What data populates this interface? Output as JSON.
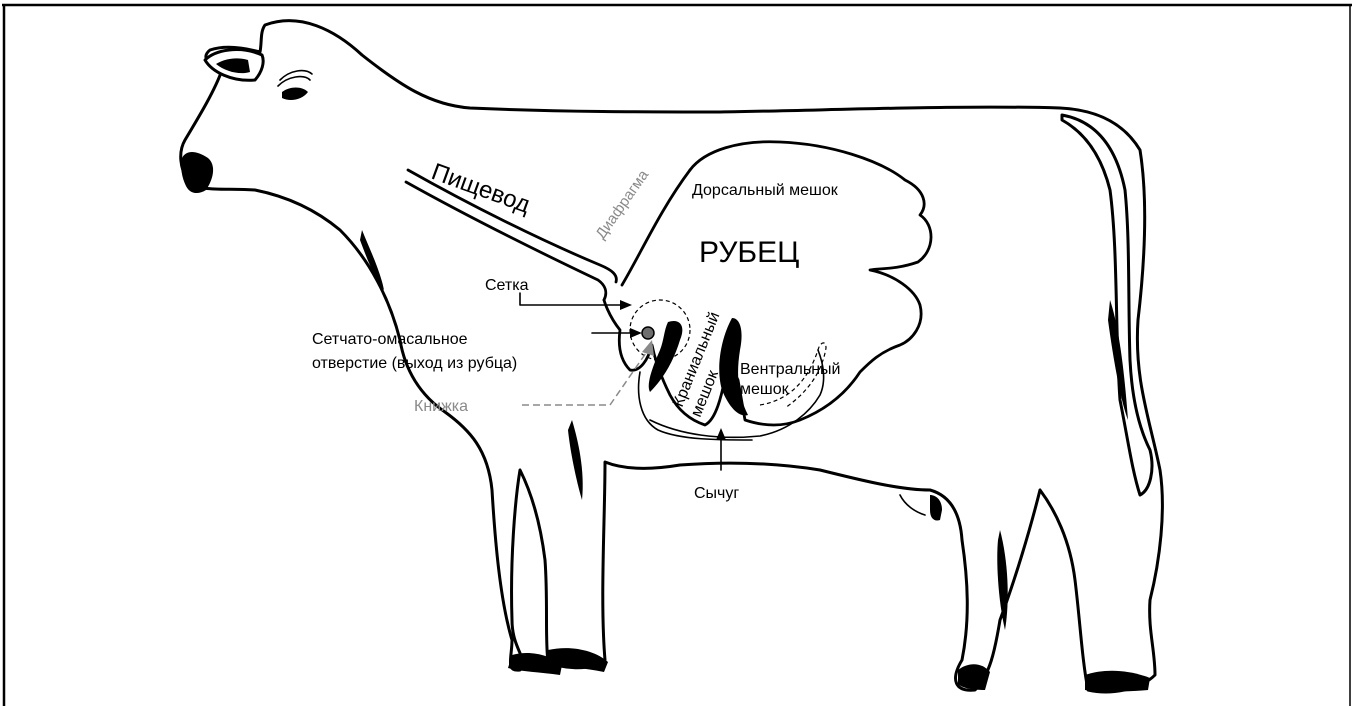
{
  "labels": {
    "esophagus": "Пищевод",
    "diaphragm": "Диафрагма",
    "dorsal_sac": "Дорсальный мешок",
    "rumen": "РУБЕЦ",
    "reticulum": "Сетка",
    "orifice_line1": "Сетчато-омасальное",
    "orifice_line2": "отверстие (выход из рубца)",
    "cranial_sac_line1": "Краниальный",
    "cranial_sac_line2": "мешок",
    "ventral_sac_line1": "Вентральный",
    "ventral_sac_line2": "мешок",
    "omasum": "Книжка",
    "abomasum": "Сычуг"
  },
  "colors": {
    "ink": "#000000",
    "secondary_label": "#8a8a8a",
    "background": "#ffffff"
  }
}
